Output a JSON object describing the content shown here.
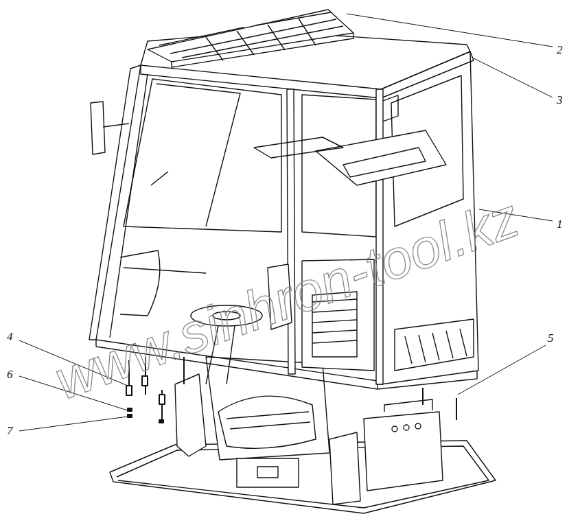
{
  "diagram": {
    "labels": [
      "2",
      "3",
      "1",
      "5",
      "4",
      "6",
      "7",
      "www.sinhron-tool.kz"
    ]
  }
}
